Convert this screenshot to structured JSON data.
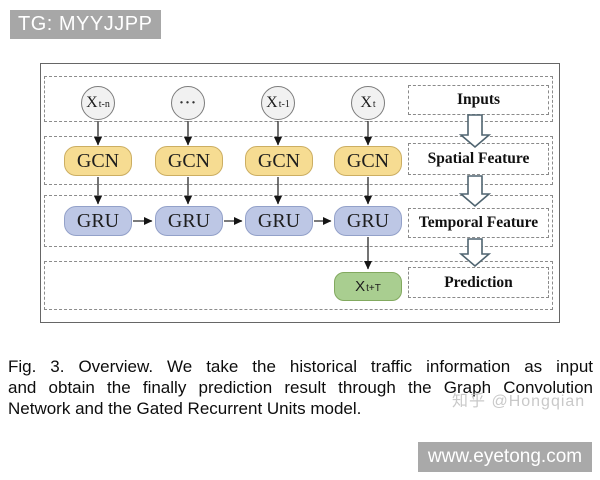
{
  "watermarks": {
    "tg_badge": "TG: MYYJJPP",
    "site_badge": "www.eyetong.com",
    "zhihu": "知乎 @Hongqian"
  },
  "diagram": {
    "input_nodes": [
      {
        "base": "X",
        "sub": "t-n"
      },
      {
        "label": "···"
      },
      {
        "base": "X",
        "sub": "t-1"
      },
      {
        "base": "X",
        "sub": "t"
      }
    ],
    "gcn_label": "GCN",
    "gru_label": "GRU",
    "output_node": {
      "base": "X",
      "sub": "t+T"
    },
    "stages": [
      {
        "label": "Inputs"
      },
      {
        "label": "Spatial Feature"
      },
      {
        "label": "Temporal Feature"
      },
      {
        "label": "Prediction"
      }
    ],
    "colors": {
      "gcn_fill": "#f6dc92",
      "gru_fill": "#bdc7e5",
      "output_fill": "#a9ce90",
      "badge_gray": "#a7a7a7"
    }
  },
  "caption": {
    "lines": [
      "Fig. 3. Overview. We take the historical traffic information as input",
      "and obtain the finally prediction result through the Graph Convolution",
      "Network and the Gated Recurrent Units model."
    ]
  }
}
